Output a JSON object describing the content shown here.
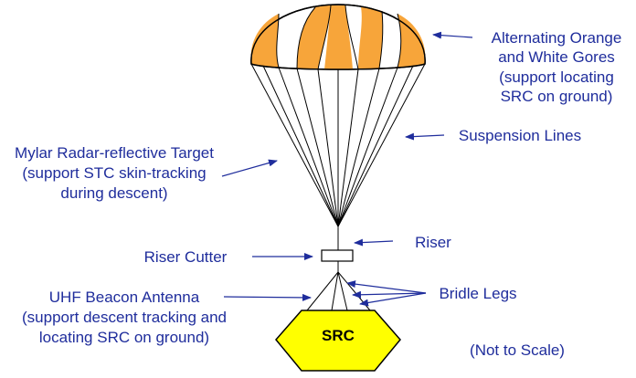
{
  "colors": {
    "gore_orange": "#f7a53a",
    "gore_white": "#ffffff",
    "src_fill": "#ffff00",
    "label_text": "#1f2d9c",
    "outline": "#000000"
  },
  "labels": {
    "gores": [
      "Alternating Orange",
      "and White Gores",
      "(support locating",
      "SRC on ground)"
    ],
    "suspension_lines": [
      "Suspension Lines"
    ],
    "mylar_target": [
      "Mylar Radar-reflective Target",
      "(support STC skin-tracking",
      "during descent)"
    ],
    "riser": [
      "Riser"
    ],
    "riser_cutter": [
      "Riser Cutter"
    ],
    "bridle_legs": [
      "Bridle Legs"
    ],
    "uhf_antenna": [
      "UHF Beacon Antenna",
      "(support descent tracking and",
      "locating SRC on ground)"
    ],
    "src": [
      "SRC"
    ],
    "scale_note": [
      "(Not to Scale)"
    ]
  }
}
